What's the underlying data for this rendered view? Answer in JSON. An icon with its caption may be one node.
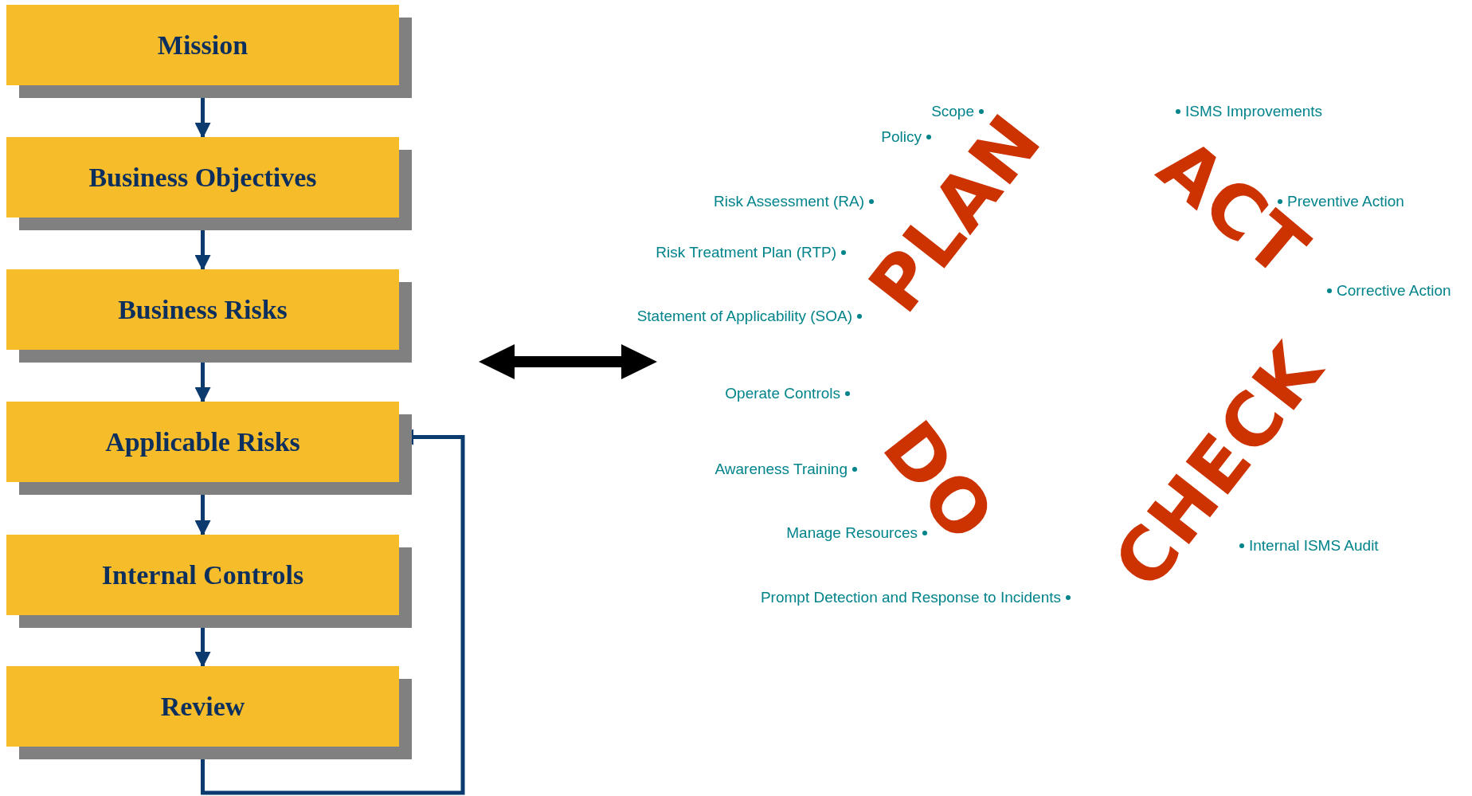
{
  "diagram": {
    "nodes": [
      {
        "text": [
          "Mission"
        ]
      },
      {
        "text": [
          "Business Objectives"
        ]
      },
      {
        "text": [
          "Business Risks"
        ]
      },
      {
        "text": [
          "Applicable Risks"
        ]
      },
      {
        "text": [
          "Internal Controls"
        ]
      },
      {
        "text": [
          "Review"
        ]
      }
    ],
    "edges": [
      {
        "from": 0,
        "to": 1,
        "arrow": "to"
      },
      {
        "from": 1,
        "to": 2,
        "arrow": "to"
      },
      {
        "from": 2,
        "to": 3,
        "arrow": "to"
      },
      {
        "from": 3,
        "to": 4,
        "arrow": "to"
      },
      {
        "from": 4,
        "to": 5,
        "arrow": "to"
      },
      {
        "from": 5,
        "to": 3,
        "arrow": "to"
      }
    ],
    "labels": [
      "Scope",
      "ISMS Improvements",
      "Policy",
      "PLAN",
      "ACT",
      "Risk Assessment (RA)",
      "Preventive Action",
      "Risk Treatment Plan (RTP)",
      "Corrective Action",
      "Statement of Applicability (SOA)",
      "Operate Controls",
      "CHECK",
      "DO",
      "Awareness Training",
      "Manage Resources",
      "Internal ISMS Audit",
      "Prompt Detection and Response to Incidents"
    ]
  }
}
